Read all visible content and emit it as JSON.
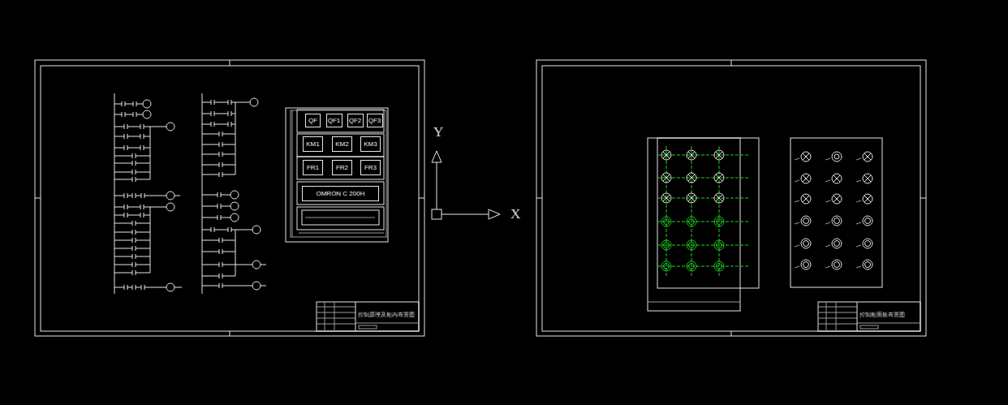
{
  "diagram": {
    "nodes": [
      {
        "text": [
          "QF"
        ]
      },
      {
        "text": [
          "QF1"
        ]
      },
      {
        "text": [
          "QF2"
        ]
      },
      {
        "text": [
          "QF3"
        ]
      },
      {
        "text": [
          "KM1"
        ]
      },
      {
        "text": [
          "KM2"
        ]
      },
      {
        "text": [
          "KM3"
        ]
      },
      {
        "text": [
          "FR1"
        ]
      },
      {
        "text": [
          "FR2"
        ]
      },
      {
        "text": [
          "FR3"
        ]
      },
      {
        "text": [
          "OMRON C 200H"
        ]
      }
    ],
    "labels": [
      "Y",
      "X",
      "控制原理及柜内布置图",
      "控制柜面板布置图"
    ]
  }
}
